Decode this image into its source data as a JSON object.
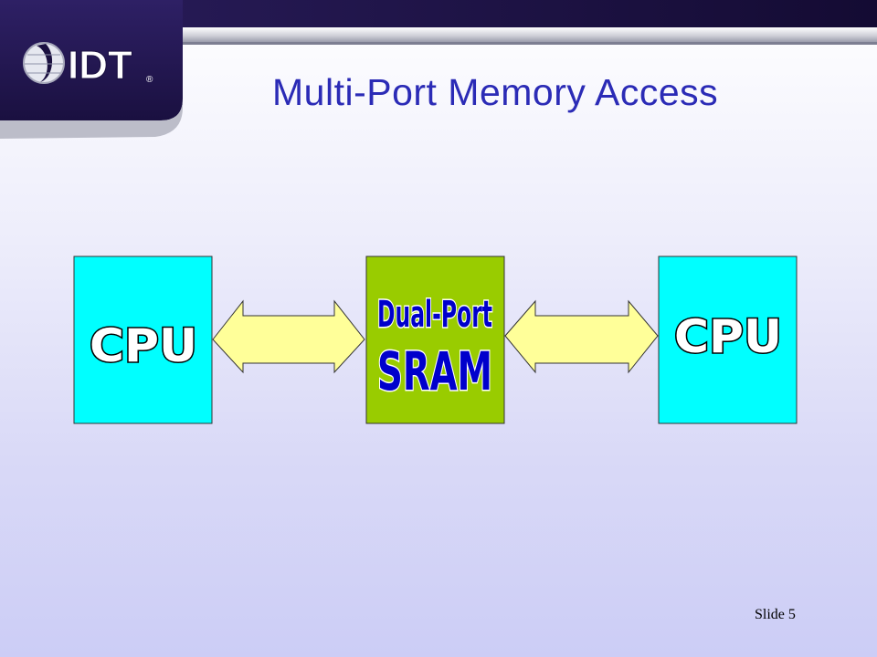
{
  "slide": {
    "title": "Multi-Port Memory Access",
    "number_label": "Slide 5"
  },
  "logo": {
    "text": "IDT",
    "registered_mark": "®"
  },
  "diagram": {
    "left_block": {
      "label": "CPU"
    },
    "center_block": {
      "line1": "Dual-Port",
      "line2": "SRAM"
    },
    "right_block": {
      "label": "CPU"
    },
    "arrows": [
      {
        "name": "left-bidirectional-arrow",
        "direction": "both"
      },
      {
        "name": "right-bidirectional-arrow",
        "direction": "both"
      }
    ]
  },
  "colors": {
    "cpu_fill": "#00ffff",
    "sram_fill": "#99cc00",
    "arrow_fill": "#ffff99",
    "label_fill": "#ffffff",
    "sram_label_fill": "#0000cc",
    "title_color": "#2b2bb6",
    "header_band": "#1e1245"
  }
}
